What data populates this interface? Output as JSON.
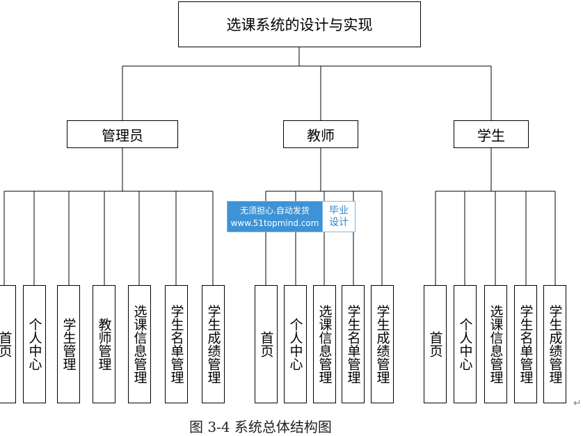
{
  "root": "选课系统的设计与实现",
  "roles": [
    {
      "label": "管理员",
      "modules": [
        "首页",
        "个人中心",
        "学生管理",
        "教师管理",
        "选课信息管理",
        "学生名单管理",
        "学生成绩管理"
      ]
    },
    {
      "label": "教师",
      "modules": [
        "首页",
        "个人中心",
        "选课信息管理",
        "学生名单管理",
        "学生成绩管理"
      ]
    },
    {
      "label": "学生",
      "modules": [
        "首页",
        "个人中心",
        "选课信息管理",
        "学生名单管理",
        "学生成绩管理"
      ]
    }
  ],
  "watermark": {
    "line1": "无须担心.自动发货",
    "line2": "www.51topmind.com",
    "badge1": "毕业",
    "badge2": "设计"
  },
  "caption": "图 3-4  系统总体结构图",
  "return_mark": "↵"
}
